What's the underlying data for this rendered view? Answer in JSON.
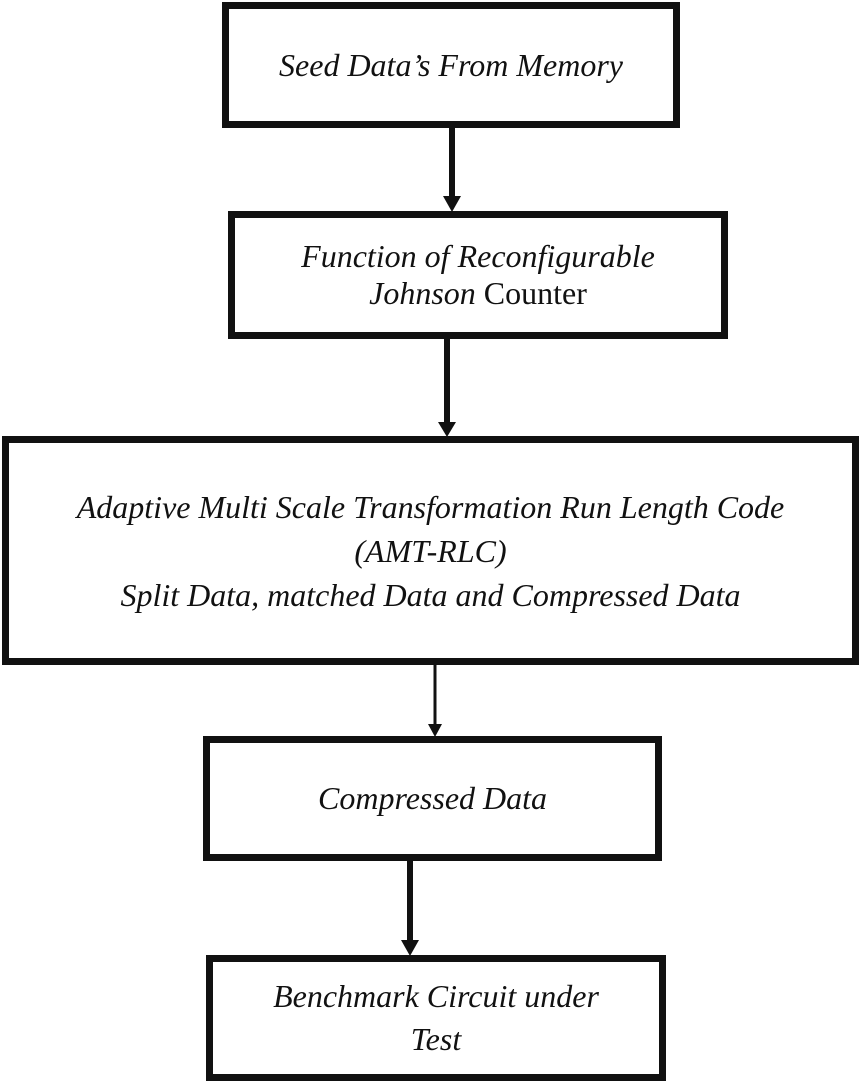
{
  "diagram": {
    "boxes": [
      {
        "id": "seed",
        "lines": [
          [
            {
              "text": "Seed Data’s From Memory",
              "italic": true
            }
          ]
        ]
      },
      {
        "id": "johnson",
        "lines": [
          [
            {
              "text": "Function of Reconfigurable",
              "italic": true
            }
          ],
          [
            {
              "text": "Johnson",
              "italic": true
            },
            {
              "text": " Counter",
              "italic": false
            }
          ]
        ]
      },
      {
        "id": "amtrlc",
        "lines": [
          [
            {
              "text": "Adaptive Multi Scale Transformation Run Length Code",
              "italic": true
            }
          ],
          [
            {
              "text": "(AMT-RLC)",
              "italic": true
            }
          ],
          [
            {
              "text": "Split Data, matched Data and Compressed Data",
              "italic": true
            }
          ]
        ]
      },
      {
        "id": "comp",
        "lines": [
          [
            {
              "text": "Compressed Data",
              "italic": true
            }
          ]
        ]
      },
      {
        "id": "bench",
        "lines": [
          [
            {
              "text": "Benchmark Circuit under",
              "italic": true
            }
          ],
          [
            {
              "text": "Test",
              "italic": true
            }
          ]
        ]
      }
    ],
    "arrows": [
      {
        "from": "seed",
        "to": "johnson"
      },
      {
        "from": "johnson",
        "to": "amtrlc"
      },
      {
        "from": "amtrlc",
        "to": "comp"
      },
      {
        "from": "comp",
        "to": "bench"
      }
    ],
    "colors": {
      "stroke": "#111111",
      "background": "#ffffff"
    }
  }
}
